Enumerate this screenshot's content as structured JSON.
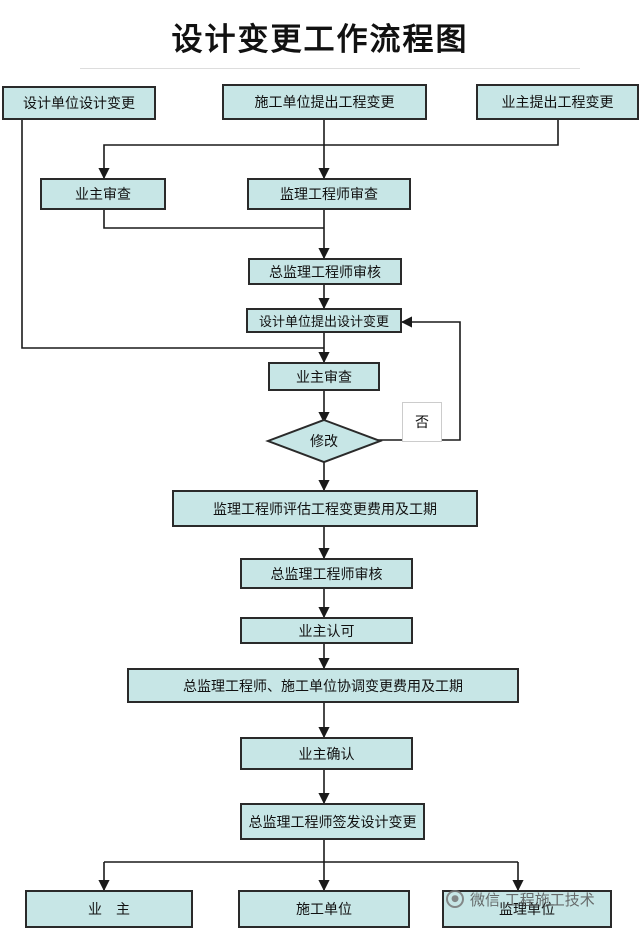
{
  "title": "设计变更工作流程图",
  "colors": {
    "box_fill": "#c7e6e6",
    "line": "#1a1a1a",
    "diamond_fill": "#c7e6e6"
  },
  "nodes": {
    "design_unit_change": "设计单位设计变更",
    "contractor_propose": "施工单位提出工程变更",
    "owner_propose": "业主提出工程变更",
    "owner_review_1": "业主审查",
    "supervisor_review": "监理工程师审查",
    "chief_review_1": "总监理工程师审核",
    "design_unit_propose": "设计单位提出设计变更",
    "owner_review_2": "业主审查",
    "modify_decision": "修改",
    "no_label": "否",
    "supervisor_estimate": "监理工程师评估工程变更费用及工期",
    "chief_review_2": "总监理工程师审核",
    "owner_approve": "业主认可",
    "chief_coordinate": "总监理工程师、施工单位协调变更费用及工期",
    "owner_confirm": "业主确认",
    "chief_issue": "总监理工程师签发设计变更",
    "out_owner": "业　主",
    "out_contractor": "施工单位",
    "out_supervisor": "监理单位"
  },
  "watermark": {
    "icon": "wechat-icon",
    "text": "微信 工程施工技术"
  }
}
